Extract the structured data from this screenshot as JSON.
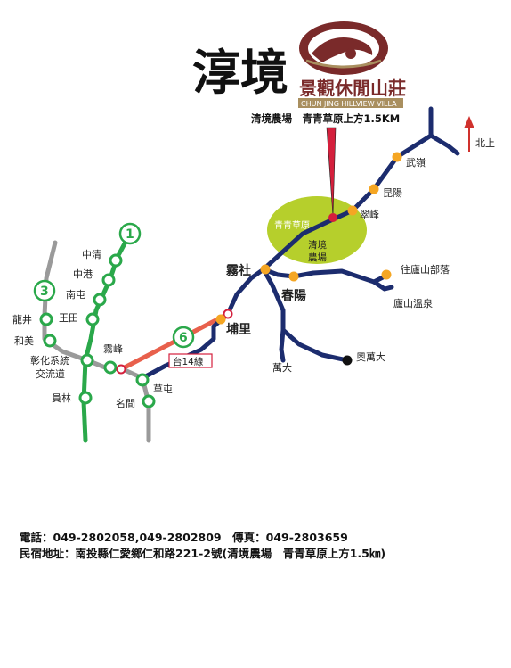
{
  "brand": {
    "calligraphy": "淳境",
    "name_zh": "景觀休閒山莊",
    "name_en": "CHUN JING HILLVIEW VILLA",
    "location_note": "清境農場　青青草原上方1.5KM",
    "logo_color": "#7a2a2a"
  },
  "compass": {
    "label": "北上",
    "color": "#d0312d"
  },
  "highway_shields": {
    "shield_1": "1",
    "shield_3": "3",
    "shield_6": "6"
  },
  "road_sign": "台14線",
  "places": {
    "qingjing_area": "青青草原",
    "qingjing_farm": "清境\n農場",
    "wuling": "武嶺",
    "kunyang": "昆陽",
    "cuifeng": "翠峰",
    "wushe": "霧社",
    "chunyang": "春陽",
    "lushan_tribe": "往廬山部落",
    "lushan_hotspring": "廬山溫泉",
    "puli": "埔里",
    "wanda": "萬大",
    "aowanda": "奧萬大",
    "zhongqing": "中清",
    "zhonggang": "中港",
    "nantun": "南屯",
    "wangtian": "王田",
    "longjing": "龍井",
    "hemei": "和美",
    "changhua_jct": "彰化系統\n交流道",
    "yuanlin": "員林",
    "wufeng": "霧峰",
    "caotun": "草屯",
    "mingjian": "名間"
  },
  "colors": {
    "highway1": "#2aa84a",
    "highway3": "#9a9a9a",
    "highway6": "#e8604c",
    "mountain_road": "#1c2c6e",
    "area_fill": "#b6cf2c",
    "station": "#f5a623",
    "marker": "#d41f3c"
  },
  "contact": {
    "phone_label": "電話",
    "phone": "049-2802058,049-2802809",
    "fax_label": "傳真",
    "fax": "049-2803659",
    "address_label": "民宿地址",
    "address": "南投縣仁愛鄉仁和路221-2號(清境農場　青青草原上方1.5㎞)"
  }
}
